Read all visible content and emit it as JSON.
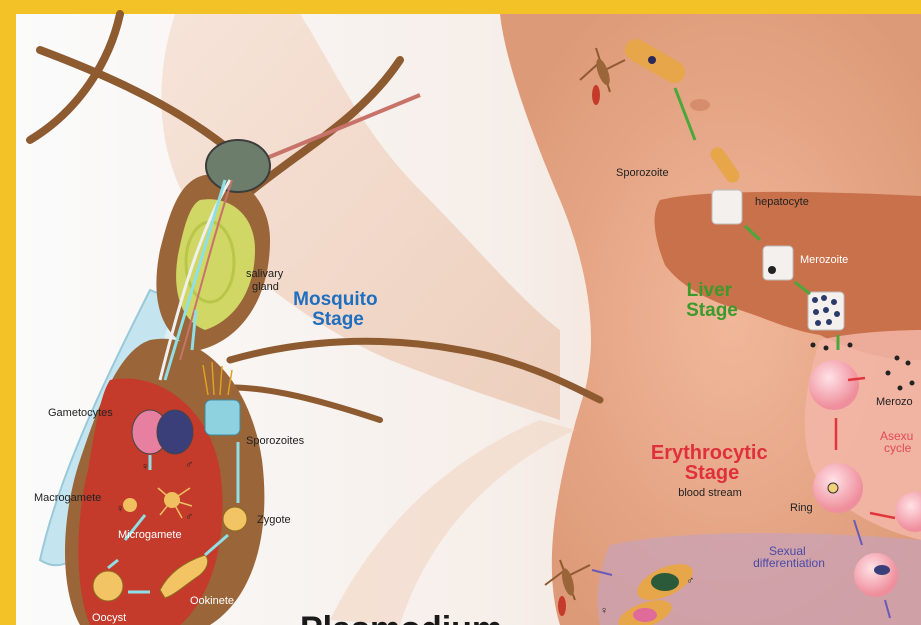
{
  "labels": {
    "salivary_gland": [
      "salivary",
      "gland"
    ],
    "mosquito_stage": [
      "Mosquito",
      "Stage"
    ],
    "gametocytes": "Gametocytes",
    "sporozoites": "Sporozoites",
    "macrogamete": "Macrogamete",
    "microgamete": "Microgamete",
    "zygote": "Zygote",
    "oocyst": "Oocyst",
    "ookinete": "Ookinete",
    "sporozoite": "Sporozoite",
    "hepatocyte": "hepatocyte",
    "merozoite": "Merozoite",
    "liver_stage": [
      "Liver",
      "Stage"
    ],
    "merozo": "Merozo",
    "asexual_cycle": [
      "Asexu",
      "cycle"
    ],
    "erythrocytic_stage": [
      "Erythrocytic",
      "Stage"
    ],
    "blood_stream": "blood stream",
    "ring": "Ring",
    "sexual_differentiation": [
      "Sexual",
      "differentiation"
    ],
    "bottom_title_partial": "Plasmodium"
  },
  "colors": {
    "frame": "#f2c227",
    "skin": "#e3a98a",
    "liver": "#c8714a",
    "mosquito_body": "#9a6538",
    "abdomen_red": "#c43b2c",
    "gland": "#d7e36a",
    "wing": "#bfe3ef",
    "mosquito_stage": "#1f6fc0",
    "liver_stage": "#3c9a2a",
    "erythrocytic_stage": "#e0303a"
  }
}
